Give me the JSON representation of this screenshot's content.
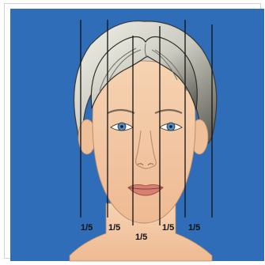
{
  "diagram": {
    "labels": [
      "1/5",
      "1/5",
      "1/5",
      "1/5",
      "1/5"
    ],
    "colors": {
      "background": "#2f6db8",
      "skin": "#f4cba6",
      "hair": "#dcdcd4",
      "hair_shadow": "#3a3a36",
      "lines": "#111111",
      "eyes": "#4f8fbf",
      "lips": "#d68072"
    }
  }
}
